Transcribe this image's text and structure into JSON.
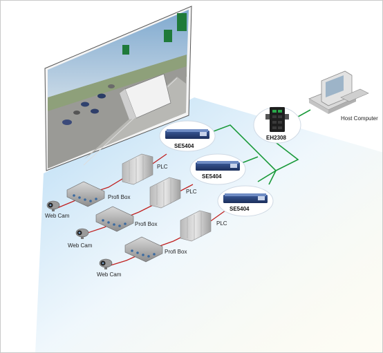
{
  "diagram": {
    "devices": {
      "se5404_1": "SE5404",
      "se5404_2": "SE5404",
      "se5404_3": "SE5404",
      "eh2308": "EH2308",
      "host": "Host Computer"
    },
    "plc": [
      "PLC",
      "PLC",
      "PLC"
    ],
    "profibox": [
      "Profi Box",
      "Profi Box",
      "Profi Box"
    ],
    "webcam": [
      "Web Cam",
      "Web Cam",
      "Web Cam"
    ]
  },
  "colors": {
    "ethernet_line": "#1a9a3a",
    "serial_line": "#c0201f",
    "glow": "#bfe0f5"
  }
}
